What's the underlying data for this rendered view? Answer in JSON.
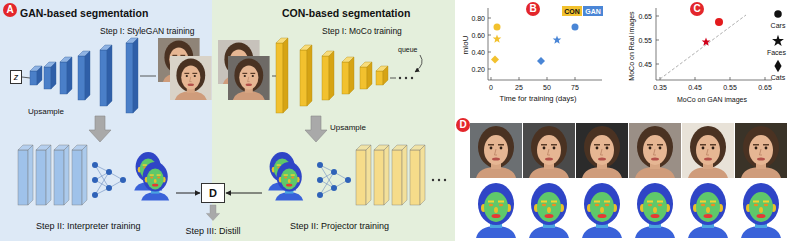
{
  "diagram": {
    "nodes": [
      {
        "text": [
          "A"
        ]
      },
      {
        "text": [
          "GAN-based segmentation"
        ]
      },
      {
        "text": [
          "z"
        ],
        "in": 1
      },
      {
        "text": [
          "CON-based segmentation"
        ]
      },
      {
        "text": [
          "D"
        ]
      },
      {
        "text": [
          "B"
        ]
      },
      {
        "text": [
          "C"
        ]
      },
      {
        "text": [
          "D"
        ]
      }
    ],
    "labels": [
      "Step I: StyleGAN training",
      "Upsample",
      "Step II: Interpreter training",
      "Step III: Distill",
      "Step I: MoCo training",
      "queue",
      "Upsample",
      "Step II: Projector training",
      "mIoU",
      "0.80",
      "0.60",
      "0.40",
      "0.20",
      "0",
      "25",
      "50",
      "75",
      "Time for training (days)",
      "MoCo on Real images",
      "0.65",
      "0.55",
      "0.45",
      "0.35",
      "0.45",
      "0.55",
      "0.65",
      "MoCo on GAN images"
    ],
    "legend": [
      {
        "text": "CON",
        "color": "#f2c12e"
      },
      {
        "text": "GAN",
        "color": "#4a86d6"
      },
      {
        "text": "Cars"
      },
      {
        "text": "Faces"
      },
      {
        "text": "Cats"
      }
    ]
  }
}
